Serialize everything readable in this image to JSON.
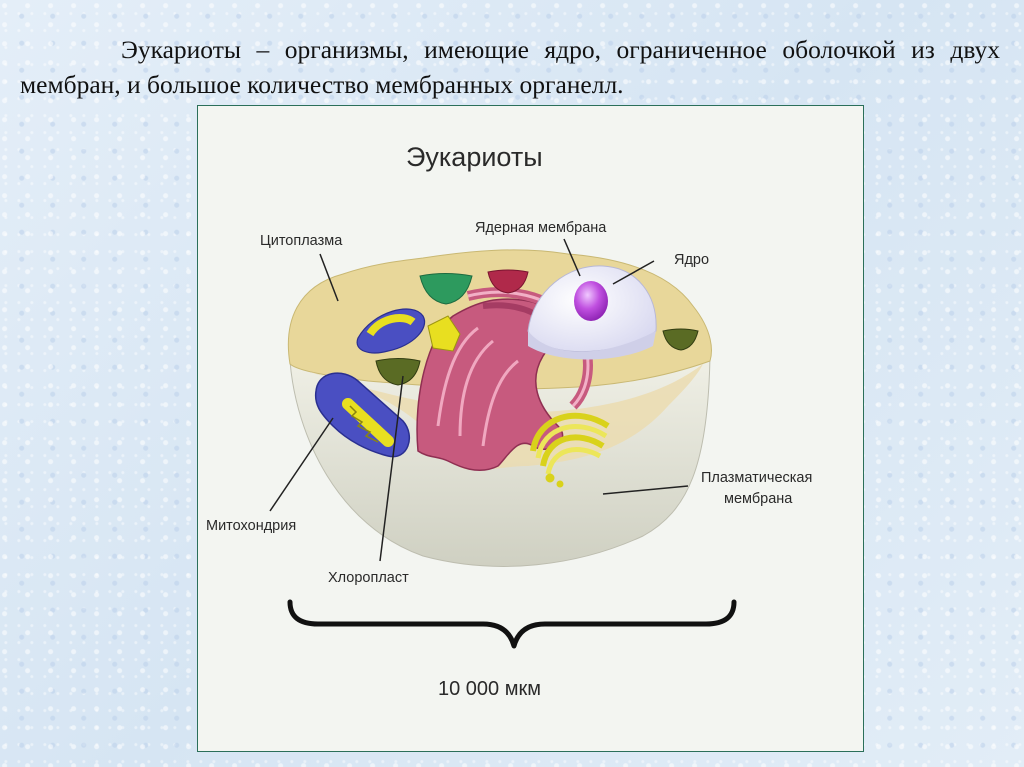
{
  "slide": {
    "definition": "Эукариоты – организмы, имеющие ядро, ограниченное оболочкой из двух мембран, и большое количество мембранных органелл."
  },
  "diagram": {
    "title": "Эукариоты",
    "labels": {
      "cytoplasm": "Цитоплазма",
      "nuclear_membrane": "Ядерная мембрана",
      "nucleus": "Ядро",
      "mitochondrion": "Митохондрия",
      "chloroplast": "Хлоропласт",
      "plasma_membrane_line1": "Плазматическая",
      "plasma_membrane_line2": "мембрана"
    },
    "scale": "10 000 мкм"
  },
  "colors": {
    "cytoplasm": "#e8d79a",
    "cell_wall": "#e6e6d9",
    "er": "#c75a7e",
    "mitochondrion": "#4a4fc2",
    "golgi": "#d9d21b",
    "nucleus": "#b449d9",
    "frame": "#2b6f5a"
  }
}
